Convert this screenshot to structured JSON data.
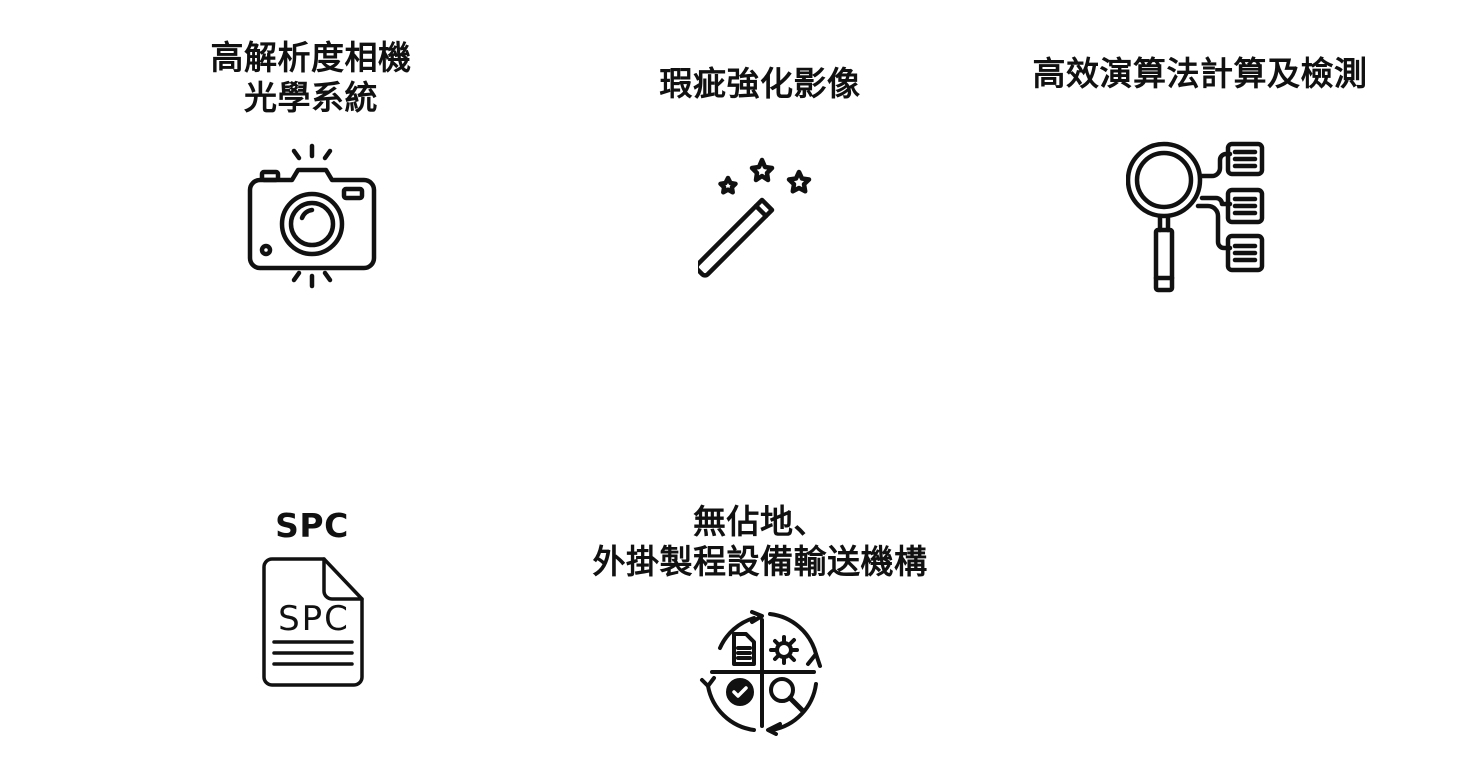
{
  "features": [
    {
      "title_line1": "高解析度相機",
      "title_line2": "光學系統",
      "icon": "camera-icon"
    },
    {
      "title_line1": "瑕疵強化影像",
      "icon": "magic-wand-icon"
    },
    {
      "title_line1": "高效演算法計算及檢測",
      "icon": "magnifier-list-icon"
    },
    {
      "title_line1": "SPC",
      "icon": "spc-document-icon",
      "icon_text": "SPC"
    },
    {
      "title_line1": "無佔地、",
      "title_line2": "外掛製程設備輸送機構",
      "icon": "process-cycle-icon"
    }
  ],
  "colors": {
    "background": "#ffffff",
    "ink": "#111111"
  }
}
